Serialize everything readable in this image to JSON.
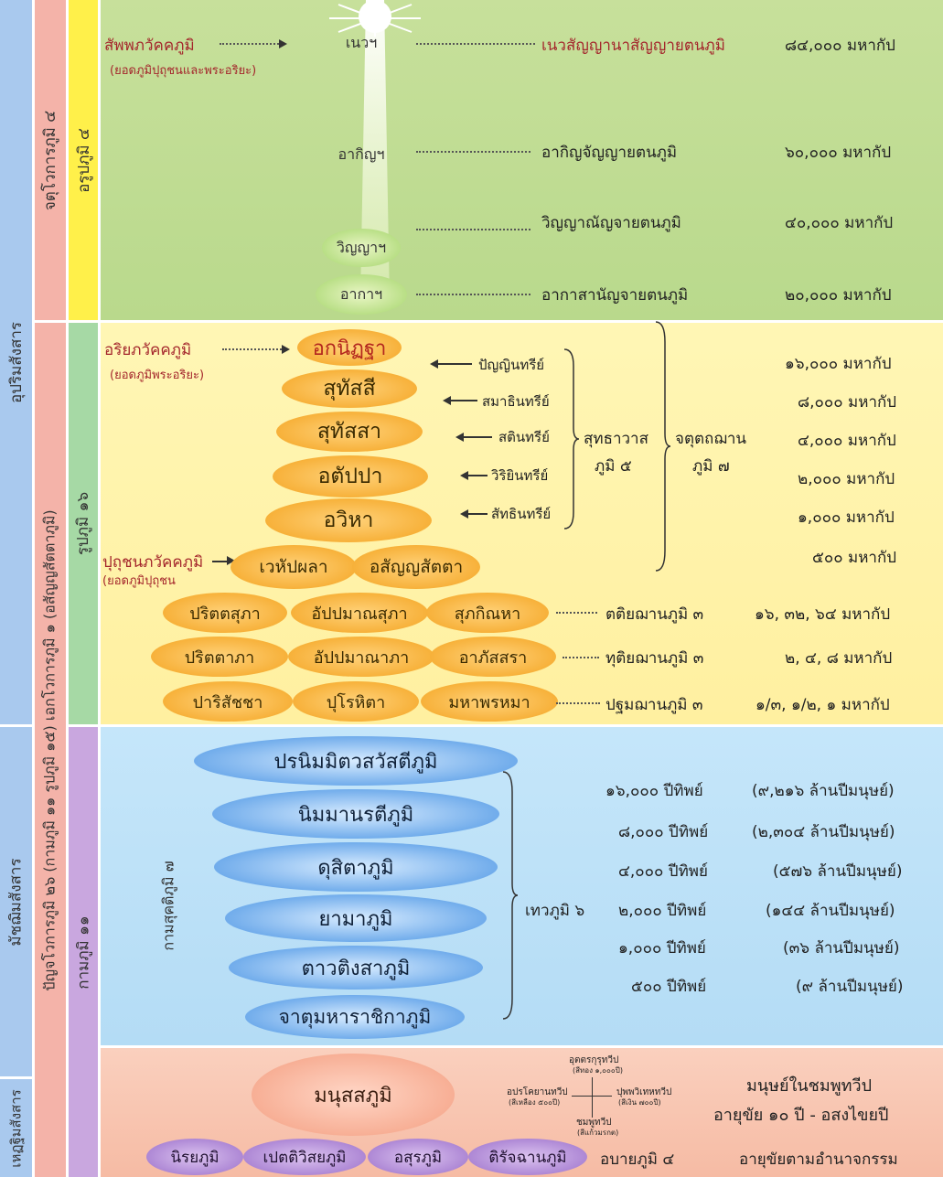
{
  "columns": {
    "c1_top": "อุปริมสังสาร",
    "c1_mid": "มัชฌิมสังสาร",
    "c1_bot": "เหฏฐิมสังสาร",
    "c2_top": "จตุโวการภูมิ ๔",
    "c2_bot": "ปัญจโวการภูมิ ๒๖ (กามภูมิ ๑๑ รูปภูมิ ๑๕) เอกโวการภูมิ ๑ (อสัญญสัตตาภูมิ)",
    "c3_top": "อรูปภูมิ ๔",
    "c3_mid": "รูปภูมิ ๑๖",
    "c3_bot": "กามภูมิ ๑๑",
    "kama_sugati": "กามสุคติภูมิ ๗"
  },
  "arupa": {
    "sabba_label": "สัพพภวัคคภูมิ",
    "sabba_sub": "(ยอดภูมิปุถุชนและพระอริยะ)",
    "rows": [
      {
        "short": "เนวฯ",
        "full": "เนวสัญญานาสัญญายตนภูมิ",
        "span": "๘๔,๐๐๐ มหากัป"
      },
      {
        "short": "อากิญฯ",
        "full": "อากิญจัญญายตนภูมิ",
        "span": "๖๐,๐๐๐ มหากัป"
      },
      {
        "short": "วิญญาฯ",
        "full": "วิญญาณัญจายตนภูมิ",
        "span": "๔๐,๐๐๐ มหากัป"
      },
      {
        "short": "อากาฯ",
        "full": "อากาสานัญจายตนภูมิ",
        "span": "๒๐,๐๐๐ มหากัป"
      }
    ]
  },
  "rupa": {
    "ariya_label": "อริยภวัคคภูมิ",
    "ariya_sub": "(ยอดภูมิพระอริยะ)",
    "puthu_label": "ปุถุชนภวัคคภูมิ",
    "puthu_sub": "(ยอดภูมิปุถุชน",
    "pure": [
      {
        "name": "อกนิฏฐา",
        "faculty": "ปัญญินทรีย์",
        "span": "๑๖,๐๐๐ มหากัป"
      },
      {
        "name": "สุทัสสี",
        "faculty": "สมาธินทรีย์",
        "span": "๘,๐๐๐ มหากัป"
      },
      {
        "name": "สุทัสสา",
        "faculty": "สตินทรีย์",
        "span": "๔,๐๐๐ มหากัป"
      },
      {
        "name": "อตัปปา",
        "faculty": "วิริยินทรีย์",
        "span": "๒,๐๐๐ มหากัป"
      },
      {
        "name": "อวิหา",
        "faculty": "สัทธินทรีย์",
        "span": "๑,๐๐๐ มหากัป"
      }
    ],
    "suddha": "สุทธาวาส",
    "suddha2": "ภูมิ ๕",
    "catuttha": "จตุตถฌาน",
    "catuttha2": "ภูมิ ๗",
    "row4": {
      "a": "เวหัปผลา",
      "b": "อสัญญสัตตา",
      "span": "๕๐๐ มหากัป"
    },
    "jhana": [
      {
        "items": [
          "ปริตตสุภา",
          "อัปปมาณสุภา",
          "สุภกิณหา"
        ],
        "label": "ตติยฌานภูมิ ๓",
        "span": "๑๖, ๓๒, ๖๔ มหากัป"
      },
      {
        "items": [
          "ปริตตาภา",
          "อัปปมาณาภา",
          "อาภัสสรา"
        ],
        "label": "ทุติยฌานภูมิ ๓",
        "span": "๒, ๔, ๘ มหากัป"
      },
      {
        "items": [
          "ปาริสัชชา",
          "ปุโรหิตา",
          "มหาพรหมา"
        ],
        "label": "ปฐมฌานภูมิ ๓",
        "span": "๑/๓, ๑/๒, ๑ มหากัป"
      }
    ]
  },
  "deva": {
    "label": "เทวภูมิ ๖",
    "rows": [
      {
        "name": "ปรนิมมิตวสวัสตีภูมิ",
        "years": "๑๖,๐๐๐ ปีทิพย์",
        "human": "(๙,๒๑๖ ล้านปีมนุษย์)"
      },
      {
        "name": "นิมมานรตีภูมิ",
        "years": "๘,๐๐๐ ปีทิพย์",
        "human": "(๒,๓๐๔ ล้านปีมนุษย์)"
      },
      {
        "name": "ดุสิตาภูมิ",
        "years": "๔,๐๐๐ ปีทิพย์",
        "human": "(๕๗๖ ล้านปีมนุษย์)"
      },
      {
        "name": "ยามาภูมิ",
        "years": "๒,๐๐๐ ปีทิพย์",
        "human": "(๑๔๔ ล้านปีมนุษย์)"
      },
      {
        "name": "ตาวติงสาภูมิ",
        "years": "๑,๐๐๐ ปีทิพย์",
        "human": "(๓๖ ล้านปีมนุษย์)"
      },
      {
        "name": "จาตุมหาราชิกาภูมิ",
        "years": "๕๐๐ ปีทิพย์",
        "human": "(๙ ล้านปีมนุษย์)"
      }
    ]
  },
  "human": {
    "name": "มนุสสภูมิ",
    "north": "อุตตรกุรุทวีป",
    "north_sub": "(สีทอง ๑,๐๐๐ปี)",
    "west": "อปรโคยานทวีป",
    "west_sub": "(สีเหลือง ๕๐๐ปี)",
    "east": "ปุพพวิเทหทวีป",
    "east_sub": "(สีเงิน ๗๐๐ปี)",
    "south": "ชมพูทวีป",
    "south_sub": "(สีแก้วมรกต)",
    "note1": "มนุษย์ในชมพูทวีป",
    "note2": "อายุขัย ๑๐ ปี - อสงไขยปี"
  },
  "apaya": {
    "items": [
      "นิรยภูมิ",
      "เปตติวิสยภูมิ",
      "อสุรภูมิ",
      "ติรัจฉานภูมิ"
    ],
    "label": "อบายภูมิ ๔",
    "note": "อายุขัยตามอำนาจกรรม"
  },
  "colors": {
    "green_band": "#c3dd94",
    "yellow_band": "#fff3a8",
    "blue_band": "#bfe2f7",
    "salmon_band": "#f8c3ad",
    "title_red": "#a4262c"
  }
}
